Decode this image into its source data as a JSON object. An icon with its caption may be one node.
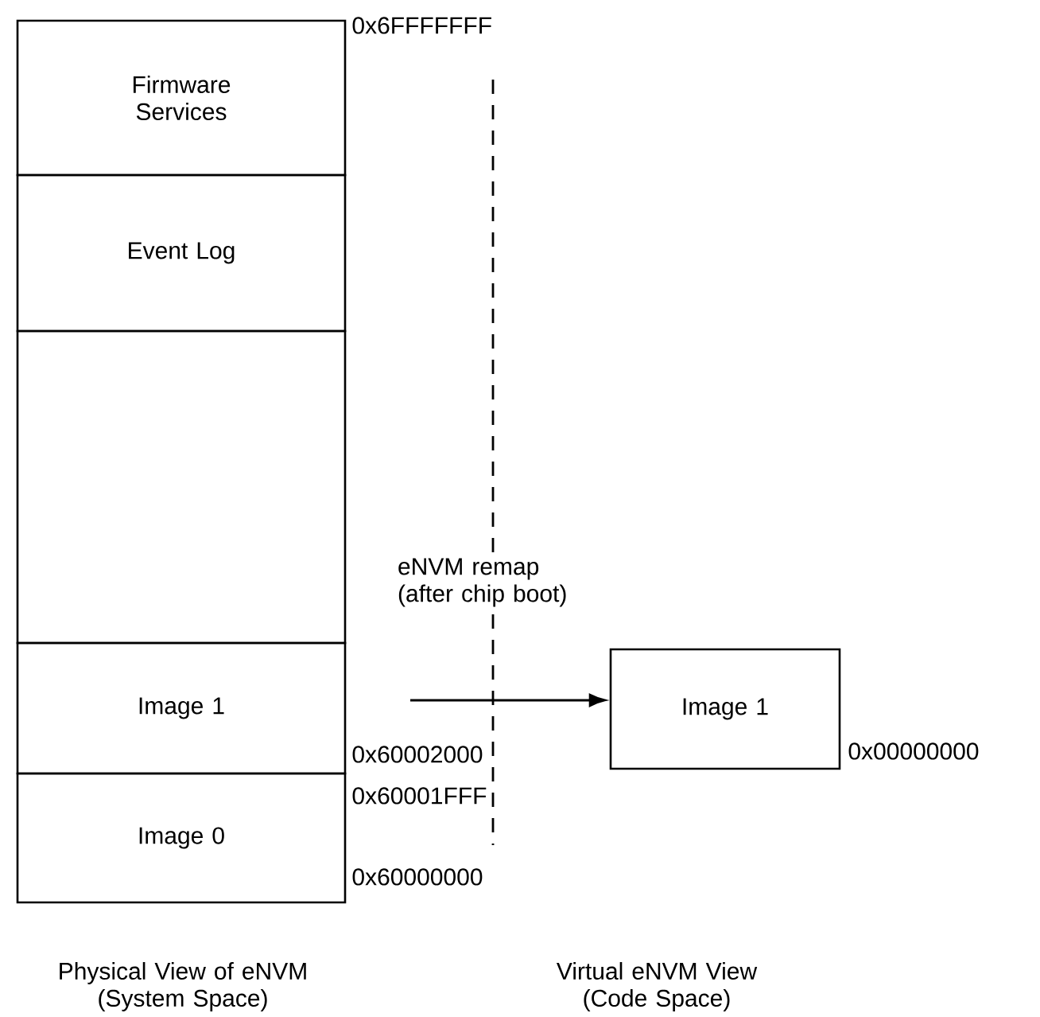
{
  "diagram": {
    "nodes": [
      {
        "text": [
          "Firmware Services"
        ]
      },
      {
        "text": [
          "Event Log"
        ]
      },
      {
        "text": [],
        "shape": "box"
      },
      {
        "text": [
          "Image 1"
        ]
      },
      {
        "text": [
          "Image 0"
        ]
      },
      {
        "text": [
          "Image 1"
        ]
      }
    ],
    "edges": [
      {
        "from": null,
        "to": 5,
        "arrow": "to",
        "label": "eNVM remap (after chip boot)"
      }
    ],
    "labels": [
      "0x6FFFFFFF",
      "0x60002000",
      "0x60001FFF",
      "0x60000000",
      "0x00000000",
      "Physical View of eNVM (System Space)",
      "Virtual eNVM View (Code Space)"
    ]
  }
}
